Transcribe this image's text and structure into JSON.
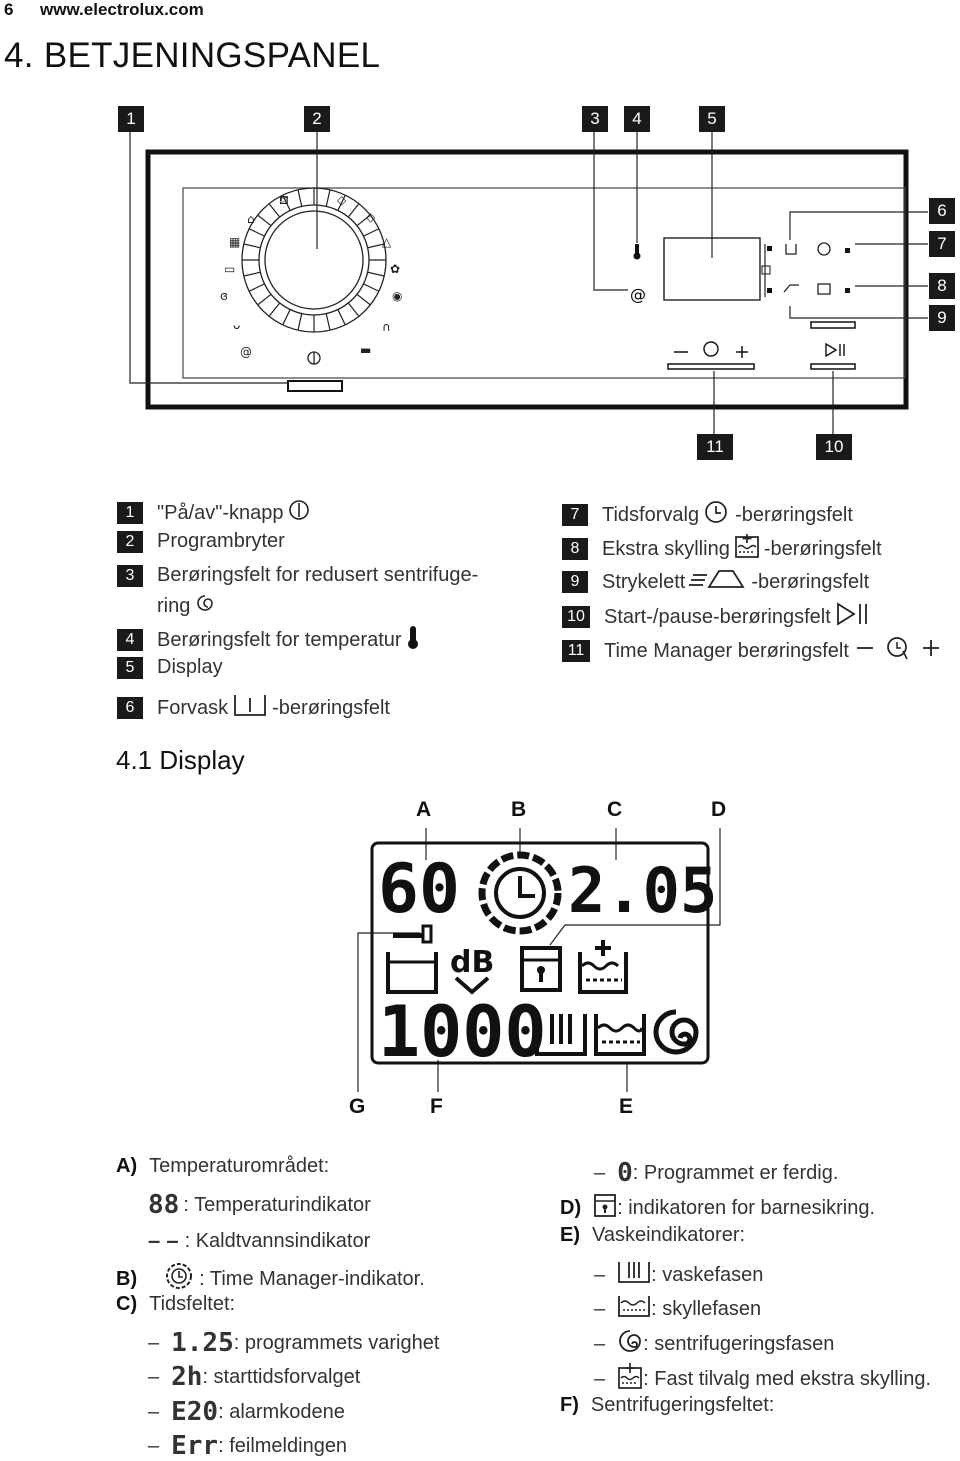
{
  "header": {
    "page_number": "6",
    "url": "www.electrolux.com"
  },
  "section_title": "4. BETJENINGSPANEL",
  "panel": {
    "callouts": [
      "1",
      "2",
      "3",
      "4",
      "5",
      "6",
      "7",
      "8",
      "9",
      "10",
      "11"
    ],
    "minus": "−",
    "plus": "+"
  },
  "legend_left": [
    {
      "num": "1",
      "text": "\"På/av\"-knapp",
      "icon": "power-icon"
    },
    {
      "num": "2",
      "text": "Programbryter"
    },
    {
      "num": "3",
      "text": "Berøringsfelt for redusert sentrifuge-",
      "text2": "ring",
      "icon": "spin-icon"
    },
    {
      "num": "4",
      "text": "Berøringsfelt for temperatur",
      "icon": "thermometer-icon"
    },
    {
      "num": "5",
      "text": "Display"
    },
    {
      "num": "6",
      "text": "Forvask",
      "text_after": "-berøringsfelt",
      "icon": "prewash-icon"
    }
  ],
  "legend_right": [
    {
      "num": "7",
      "text": "Tidsforvalg",
      "text_after": "-berøringsfelt",
      "icon": "delay-clock-icon"
    },
    {
      "num": "8",
      "text": "Ekstra skylling",
      "text_after": "-berøringsfelt",
      "icon": "extra-rinse-icon"
    },
    {
      "num": "9",
      "text": "Strykelett",
      "text_after": "-berøringsfelt",
      "icon": "easy-iron-icon"
    },
    {
      "num": "10",
      "text": "Start-/pause-berøringsfelt",
      "icon": "start-pause-icon"
    },
    {
      "num": "11",
      "text": "Time Manager berøringsfelt",
      "icon": "time-manager-icon"
    }
  ],
  "display_section": {
    "title": "4.1 Display",
    "labels_top": [
      "A",
      "B",
      "C",
      "D"
    ],
    "labels_bottom": [
      "G",
      "F",
      "E"
    ],
    "lcd": {
      "temperature": "60",
      "time": "2.05",
      "spin": "1000",
      "db": "dB"
    }
  },
  "descriptions_left": {
    "A_key": "A)",
    "A_text": "Temperaturområdet:",
    "A_item1_sym": "88",
    "A_item1": ": Temperaturindikator",
    "A_item2_sym": "– –",
    "A_item2": ": Kaldtvannsindikator",
    "B_key": "B)",
    "B_text": ": Time Manager-indikator.",
    "C_key": "C)",
    "C_text": "Tidsfeltet:",
    "C_items": [
      {
        "sym": "1.25",
        "text": ": programmets varighet"
      },
      {
        "sym": "2h",
        "text": ": starttidsforvalget"
      },
      {
        "sym": "E20",
        "text": ": alarmkodene"
      },
      {
        "sym": "Err",
        "text": ": feilmeldingen"
      }
    ]
  },
  "descriptions_right": {
    "finished_sym": "0",
    "finished_text": ": Programmet er ferdig.",
    "D_key": "D)",
    "D_text": ": indikatoren for barnesikring.",
    "E_key": "E)",
    "E_text": "Vaskeindikatorer:",
    "E_items": [
      {
        "text": ": vaskefasen",
        "icon": "wash-phase-icon"
      },
      {
        "text": ": skyllefasen",
        "icon": "rinse-phase-icon"
      },
      {
        "text": ": sentrifugeringsfasen",
        "icon": "spin-phase-icon"
      },
      {
        "text": ": Fast tilvalg med ekstra skylling.",
        "icon": "extra-rinse-icon"
      }
    ],
    "F_key": "F)",
    "F_text": "Sentrifugeringsfeltet:"
  }
}
